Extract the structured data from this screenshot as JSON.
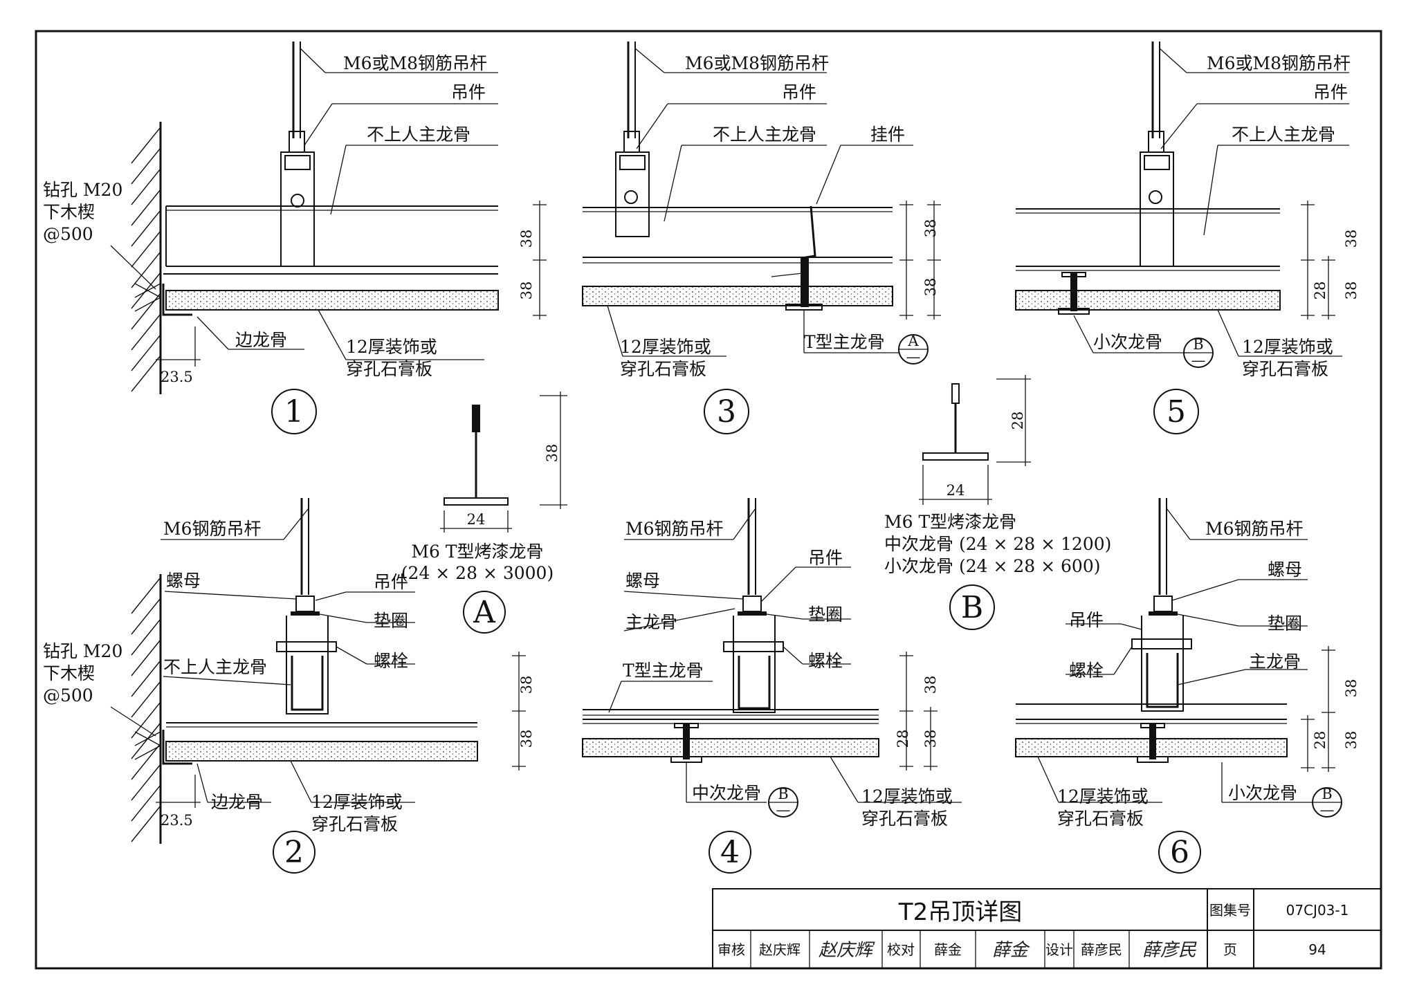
{
  "title_block": {
    "title": "T2吊顶详图",
    "atlas_label": "图集号",
    "atlas_no": "07CJ03-1",
    "page_label": "页",
    "page_no": "94",
    "review_label": "审核",
    "reviewer": "赵庆辉",
    "reviewer_sig": "赵庆辉",
    "check_label": "校对",
    "checker": "薛金",
    "checker_sig": "薛金",
    "design_label": "设计",
    "designer": "薛彦民",
    "designer_sig": "薛彦民"
  },
  "labels": {
    "rod_m6m8": "M6或M8钢筋吊杆",
    "rod_m6": "M6钢筋吊杆",
    "hanger": "吊件",
    "main_keel_no_walk": "不上人主龙骨",
    "hook": "挂件",
    "drill_1": "钻孔 M20",
    "drill_2": "下木楔",
    "drill_3": "@500",
    "edge_keel": "边龙骨",
    "board_1": "12厚装饰或",
    "board_2": "穿孔石膏板",
    "t_main_keel": "T型主龙骨",
    "small_sub_keel": "小次龙骨",
    "mid_sub_keel": "中次龙骨",
    "nut": "螺母",
    "washer": "垫圈",
    "bolt": "螺栓",
    "main_keel": "主龙骨",
    "dim_38": "38",
    "dim_28": "28",
    "dim_24": "24",
    "dim_23_5": "23.5",
    "ref_a": "A",
    "ref_b": "B",
    "ref_dash": "—"
  },
  "details": {
    "d1": "1",
    "d2": "2",
    "d3": "3",
    "d4": "4",
    "d5": "5",
    "d6": "6"
  },
  "profile_a": {
    "tag": "A",
    "line1": "M6 T型烤漆龙骨",
    "line2": "(24 × 28 × 3000)"
  },
  "profile_b": {
    "tag": "B",
    "line1": "M6 T型烤漆龙骨",
    "line2": "中次龙骨 (24 × 28 × 1200)",
    "line3": "小次龙骨 (24 × 28 × 600)"
  }
}
